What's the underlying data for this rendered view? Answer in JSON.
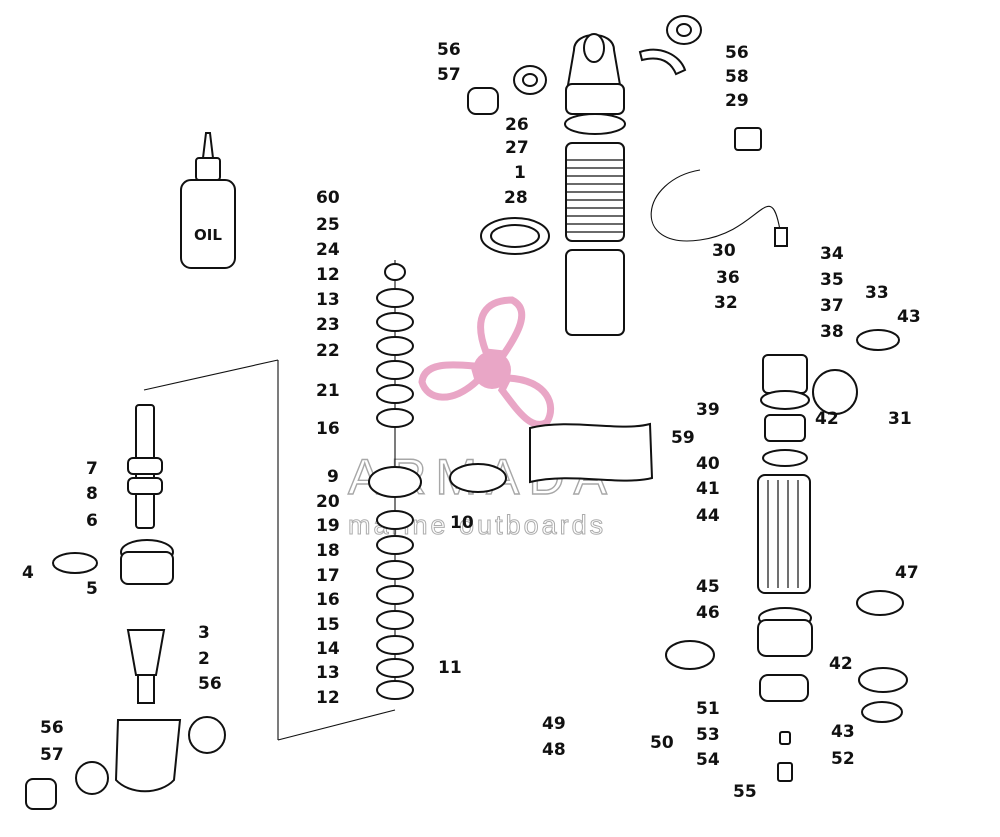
{
  "bottle_label": "OIL",
  "watermark": {
    "brand": "ARMADA",
    "tagline": "marine outboards",
    "colors": {
      "propeller": "#e9a6c6",
      "text": "#8a8a8a"
    }
  },
  "callouts": [
    "56",
    "57",
    "26",
    "27",
    "1",
    "28",
    "56",
    "58",
    "29",
    "30",
    "34",
    "36",
    "35",
    "33",
    "32",
    "37",
    "38",
    "43",
    "60",
    "25",
    "24",
    "12",
    "13",
    "23",
    "22",
    "21",
    "16",
    "9",
    "20",
    "10",
    "19",
    "18",
    "17",
    "16",
    "15",
    "14",
    "13",
    "12",
    "11",
    "59",
    "39",
    "42",
    "31",
    "40",
    "41",
    "44",
    "45",
    "47",
    "46",
    "42",
    "51",
    "50",
    "53",
    "49",
    "48",
    "54",
    "52",
    "43",
    "55",
    "7",
    "8",
    "6",
    "4",
    "5",
    "3",
    "2",
    "56",
    "56",
    "57"
  ],
  "colors": {
    "line": "#111111",
    "background": "#ffffff"
  }
}
